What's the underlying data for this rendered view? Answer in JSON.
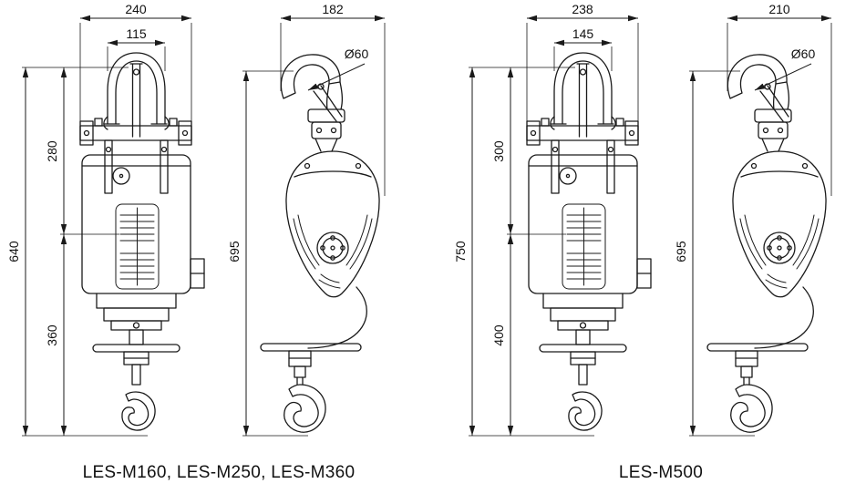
{
  "diagram": {
    "left": {
      "caption": "LES-M160, LES-M250, LES-M360",
      "front": {
        "dim_width_outer": "240",
        "dim_width_inner": "115",
        "dim_height_total": "640",
        "dim_height_upper": "280",
        "dim_height_lower": "360"
      },
      "side": {
        "dim_width": "182",
        "dim_hook_diameter": "Ø60",
        "dim_height": "695"
      }
    },
    "right": {
      "caption": "LES-M500",
      "front": {
        "dim_width_outer": "238",
        "dim_width_inner": "145",
        "dim_height_total": "750",
        "dim_height_upper": "300",
        "dim_height_lower": "400"
      },
      "side": {
        "dim_width": "210",
        "dim_hook_diameter": "Ø60",
        "dim_height": "695"
      }
    },
    "colors": {
      "line": "#1a1a1a",
      "background": "#ffffff"
    }
  }
}
